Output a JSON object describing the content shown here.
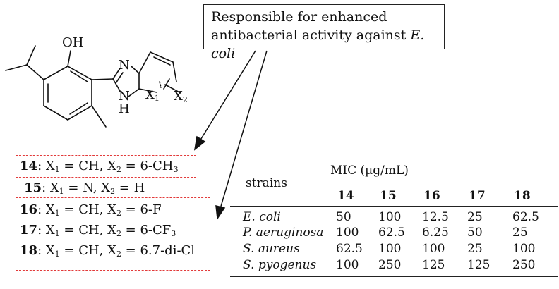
{
  "callout": {
    "line1": "Responsible for enhanced",
    "line2": "antibacterial activity against ",
    "line2_italic": "E. coli"
  },
  "structure_labels": {
    "oh": "OH",
    "n_top": "N",
    "nh_n": "N",
    "nh_h": "H",
    "x1": "X",
    "x1_sub": "1",
    "x2": "X",
    "x2_sub": "2"
  },
  "compounds": [
    {
      "id": "14",
      "text": ": X",
      "s1": "1",
      "mid": " = CH, X",
      "s2": "2",
      "tail": " = 6-CH",
      "s3": "3"
    },
    {
      "id": "15",
      "text": ": X",
      "s1": "1",
      "mid": " = N,   X",
      "s2": "2",
      "tail": " = H",
      "s3": ""
    },
    {
      "id": "16",
      "text": ": X",
      "s1": "1",
      "mid": " = CH, X",
      "s2": "2",
      "tail": " = 6-F",
      "s3": ""
    },
    {
      "id": "17",
      "text": ": X",
      "s1": "1",
      "mid": " = CH, X",
      "s2": "2",
      "tail": " = 6-CF",
      "s3": "3"
    },
    {
      "id": "18",
      "text": ": X",
      "s1": "1",
      "mid": " = CH,  X",
      "s2": "2",
      "tail": " = 6.7-di-Cl",
      "s3": ""
    }
  ],
  "table": {
    "strains_header": "strains",
    "mic_header": "MIC (µg/mL)",
    "columns": [
      "14",
      "15",
      "16",
      "17",
      "18"
    ],
    "rows": [
      {
        "strain": "E. coli",
        "values": [
          "50",
          "100",
          "12.5",
          "25",
          "62.5"
        ]
      },
      {
        "strain": "P. aeruginosa",
        "values": [
          "100",
          "62.5",
          "6.25",
          "50",
          "25"
        ]
      },
      {
        "strain": "S. aureus",
        "values": [
          "62.5",
          "100",
          "100",
          "25",
          "100"
        ]
      },
      {
        "strain": "S. pyogenus",
        "values": [
          "100",
          "250",
          "125",
          "125",
          "250"
        ]
      }
    ]
  },
  "colors": {
    "highlight_dash": "#e23a3a",
    "ink": "#111111"
  }
}
